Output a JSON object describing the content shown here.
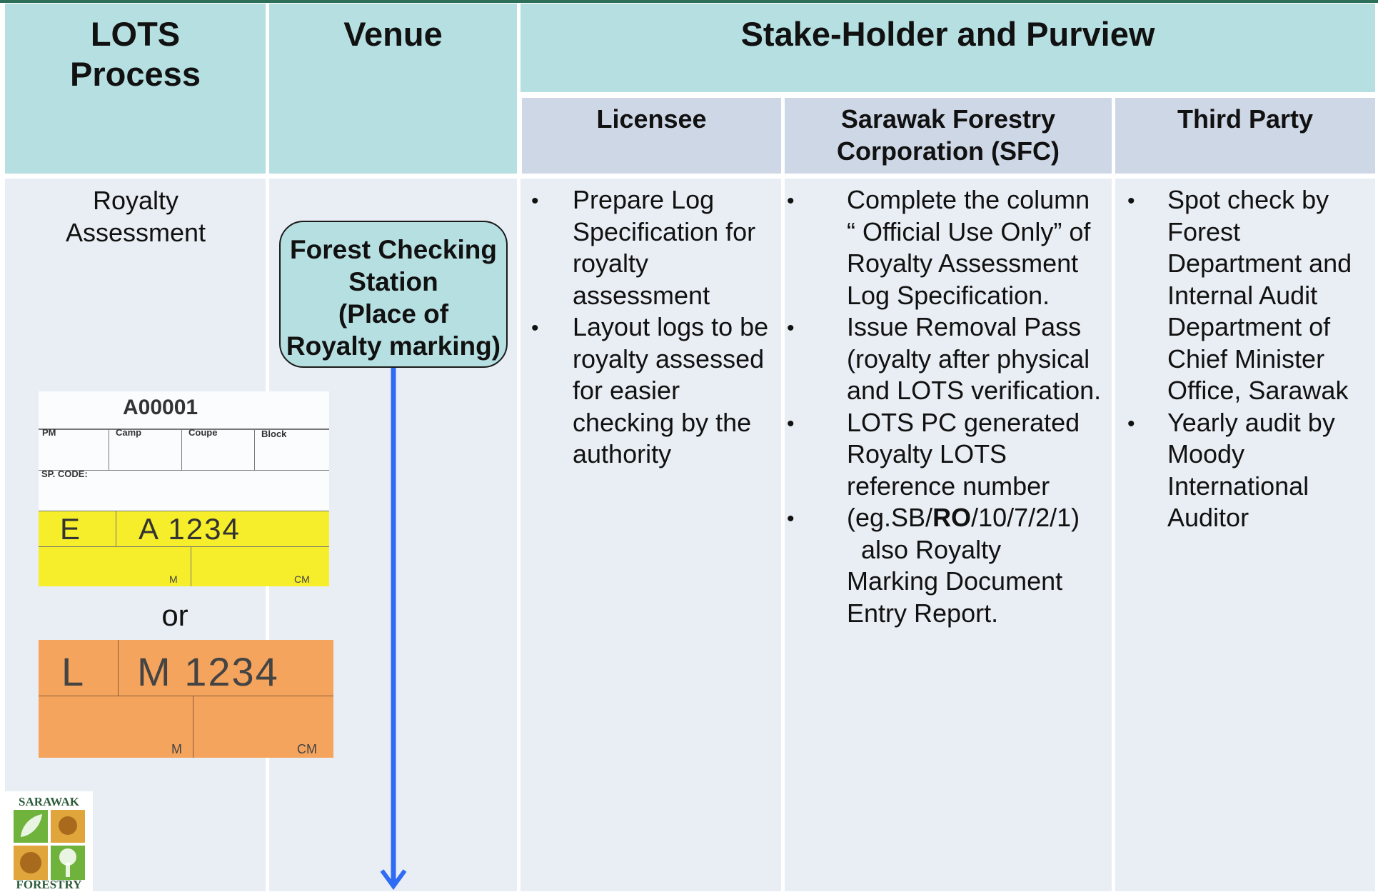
{
  "headers": {
    "process": "LOTS Process",
    "venue": "Venue",
    "stakeholder": "Stake-Holder and Purview",
    "licensee": "Licensee",
    "sfc_line1": "Sarawak Forestry",
    "sfc_line2": "Corporation (SFC)",
    "third_party": "Third Party"
  },
  "row": {
    "process": "Royalty Assessment",
    "venue_box": [
      "Forest Checking",
      "Station",
      "(Place of",
      "Royalty marking)"
    ],
    "licensee": [
      "Prepare Log Specification for royalty assessment",
      "Layout logs to be royalty assessed for easier checking by the authority"
    ],
    "sfc": [
      "Complete the column “ Official Use Only” of Royalty Assessment Log Specification.",
      "Issue Removal Pass (royalty after physical and LOTS verification.",
      "LOTS PC generated Royalty LOTS reference number",
      "(eg.SB/RO/10/7/2/1) also Royalty Marking Document Entry Report."
    ],
    "sfc_example_prefix": "(eg.SB/",
    "sfc_example_bold": "RO",
    "sfc_example_suffix": "/10/7/2/1)",
    "third_party": [
      "Spot check by Forest Department and Internal Audit Department of Chief Minister Office, Sarawak",
      "Yearly audit by Moody International Auditor"
    ]
  },
  "tag_yellow": {
    "serial": "A00001",
    "col_pm": "PM",
    "col_camp": "Camp",
    "col_coupe": "Coupe",
    "col_block": "Block",
    "sp_code": "SP. CODE:",
    "letter": "E",
    "number": "A 1234",
    "unit_m": "M",
    "unit_cm": "CM"
  },
  "or_label": "or",
  "tag_orange": {
    "letter": "L",
    "number": "M 1234",
    "unit_m": "M",
    "unit_cm": "CM"
  },
  "logo": {
    "top": "SARAWAK",
    "bottom": "FORESTRY"
  },
  "colors": {
    "header": "#b6dfe1",
    "subheader": "#ced7e6",
    "body": "#e9eef4",
    "arrow": "#2f6cf5",
    "tag_yellow": "#f6ee2a",
    "tag_orange": "#f5a45d"
  }
}
